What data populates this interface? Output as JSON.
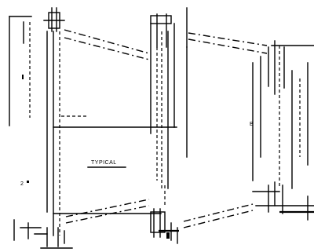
{
  "labels": {
    "center_label": "TYPICAL",
    "left_mark": "2",
    "right_mark": "B"
  }
}
